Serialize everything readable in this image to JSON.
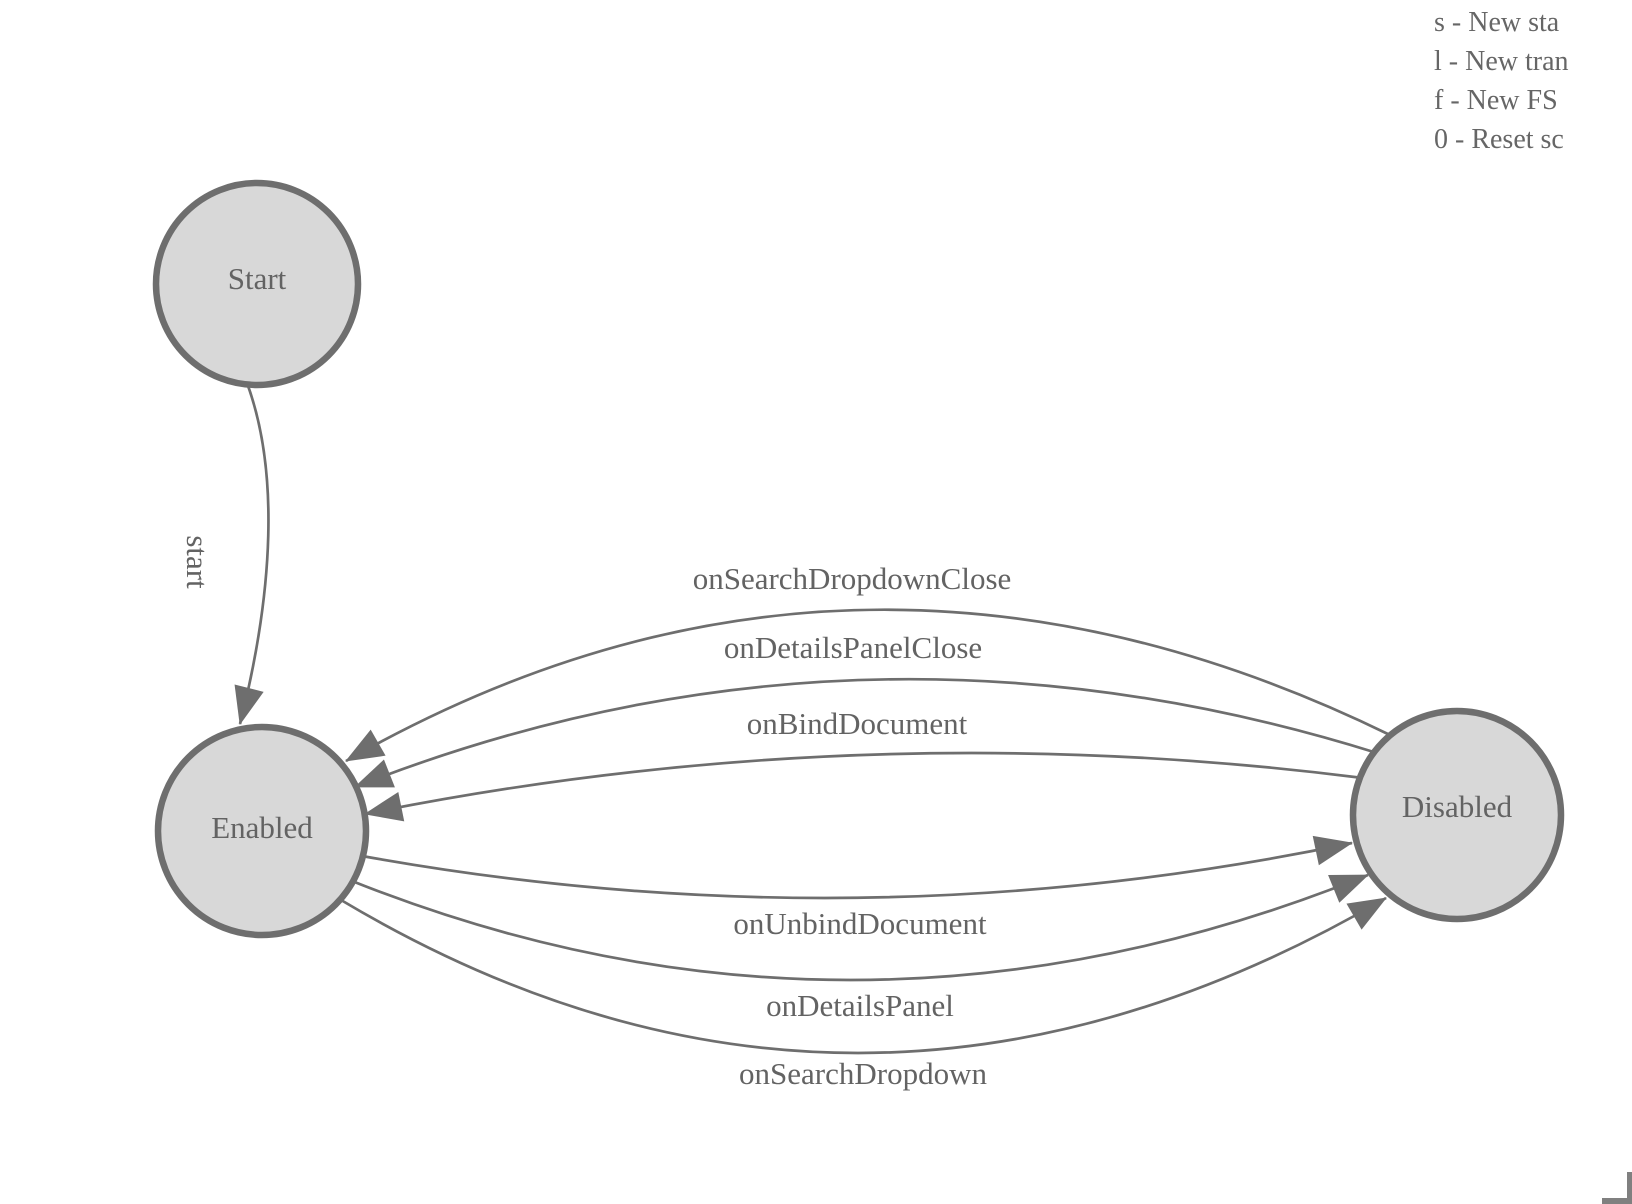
{
  "legend": {
    "lines": [
      "s - New sta",
      "l - New tran",
      "f - New FS",
      "0 - Reset sc"
    ]
  },
  "diagram": {
    "nodes": [
      {
        "id": "start",
        "label": "Start"
      },
      {
        "id": "enabled",
        "label": "Enabled"
      },
      {
        "id": "disabled",
        "label": "Disabled"
      }
    ],
    "edges": [
      {
        "from": "start",
        "to": "enabled",
        "label": "start"
      },
      {
        "from": "disabled",
        "to": "enabled",
        "label": "onSearchDropdownClose"
      },
      {
        "from": "disabled",
        "to": "enabled",
        "label": "onDetailsPanelClose"
      },
      {
        "from": "disabled",
        "to": "enabled",
        "label": "onBindDocument"
      },
      {
        "from": "enabled",
        "to": "disabled",
        "label": "onUnbindDocument"
      },
      {
        "from": "enabled",
        "to": "disabled",
        "label": "onDetailsPanel"
      },
      {
        "from": "enabled",
        "to": "disabled",
        "label": "onSearchDropdown"
      }
    ]
  },
  "colors": {
    "node_fill": "#d8d8d8",
    "node_stroke": "#6e6e6e",
    "edge_stroke": "#6e6e6e",
    "label_text": "#636363",
    "legend_text": "#666666",
    "corner_mark": "#808080"
  }
}
